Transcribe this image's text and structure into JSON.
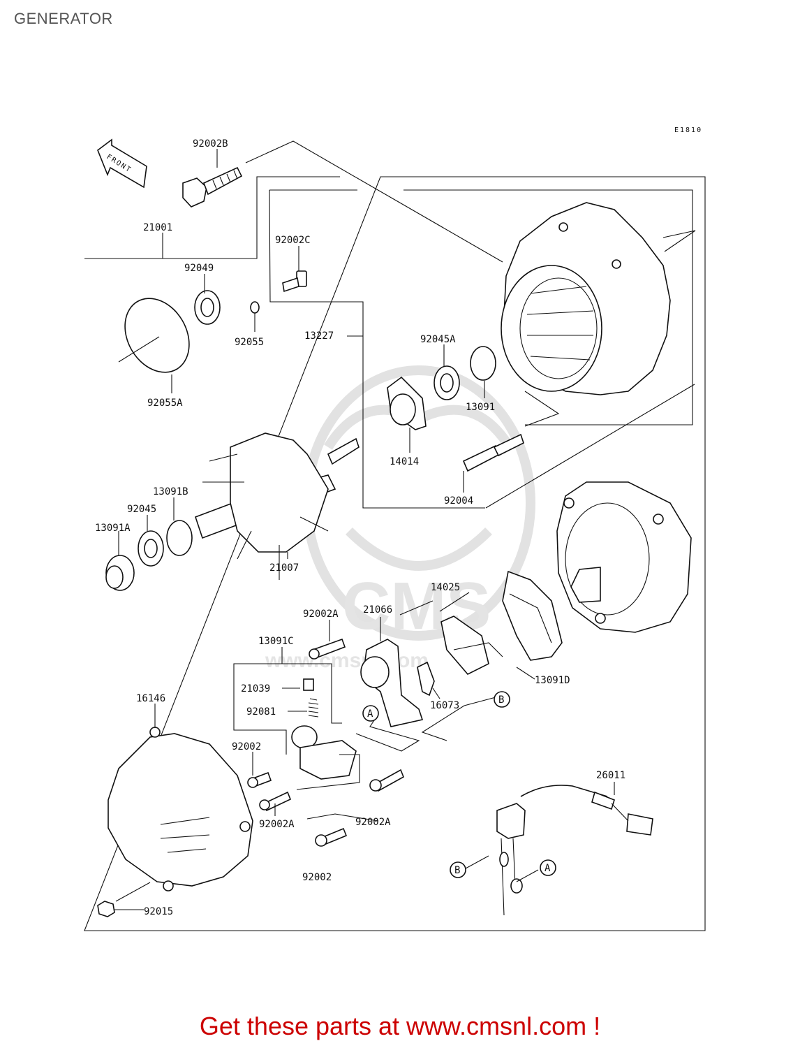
{
  "page": {
    "title": "GENERATOR",
    "diagram_code": "E1810",
    "front_label": "FRONT",
    "footer_link": "Get these parts at www.cmsnl.com !"
  },
  "watermark": {
    "brand": "CMS",
    "url": "www.cmsnl.com"
  },
  "callouts": {
    "p92002B": "92002B",
    "p21001": "21001",
    "p92002C": "92002C",
    "p92049": "92049",
    "p92055": "92055",
    "p92055A": "92055A",
    "p13227": "13227",
    "p92045A": "92045A",
    "p13091": "13091",
    "p14014": "14014",
    "p92004": "92004",
    "p13091B": "13091B",
    "p92045": "92045",
    "p13091A": "13091A",
    "p21007": "21007",
    "p14025": "14025",
    "p92002A_1": "92002A",
    "p21066": "21066",
    "p13091C": "13091C",
    "p21039": "21039",
    "p92081": "92081",
    "p16073": "16073",
    "p13091D": "13091D",
    "p16146": "16146",
    "p92002_1": "92002",
    "p92002A_2": "92002A",
    "p92002A_3": "92002A",
    "p92002_2": "92002",
    "p26011": "26011",
    "p92015": "92015",
    "markA_1": "A",
    "markB_1": "B",
    "markA_2": "A",
    "markB_2": "B"
  }
}
